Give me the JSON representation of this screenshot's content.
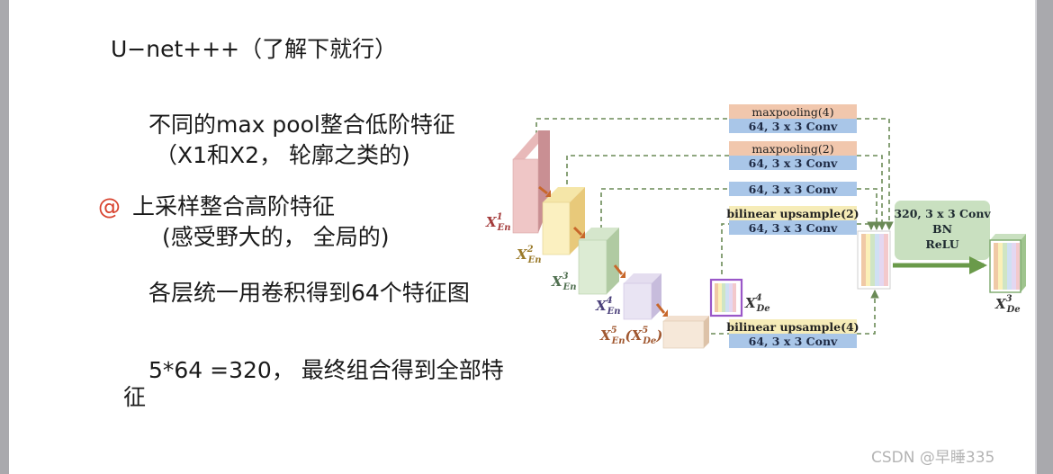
{
  "slide": {
    "title": "U−net+++（了解下就行）",
    "bullet1_line1": "不同的max pool整合低阶特征",
    "bullet1_line2": "（X1和X2， 轮廓之类的)",
    "at_symbol": "@",
    "bullet2_line1": "上采样整合高阶特征",
    "bullet2_line2": "(感受野大的， 全局的)",
    "bullet3": "各层统一用卷积得到64个特征图",
    "bullet4_line1": "5*64 =320， 最终组合得到全部特",
    "bullet4_line2": "征"
  },
  "diagram": {
    "ops": [
      {
        "top": "maxpooling(4)",
        "bottom": "64, 3 x 3 Conv"
      },
      {
        "top": "maxpooling(2)",
        "bottom": "64, 3 x 3 Conv"
      },
      {
        "top": "",
        "bottom": "64, 3 x 3 Conv"
      },
      {
        "top": "bilinear upsample(2)",
        "bottom": "64, 3 x 3 Conv"
      },
      {
        "top": "bilinear upsample(4)",
        "bottom": "64, 3 x 3 Conv"
      }
    ],
    "fusion": {
      "line1": "320, 3 x 3 Conv",
      "line2": "BN",
      "line3": "ReLU"
    },
    "encoders": [
      {
        "base": "X",
        "sup": "1",
        "sub": "En",
        "color": "#a33a3a"
      },
      {
        "base": "X",
        "sup": "2",
        "sub": "En",
        "color": "#9a7a2a"
      },
      {
        "base": "X",
        "sup": "3",
        "sub": "En",
        "color": "#4f6f4f"
      },
      {
        "base": "X",
        "sup": "4",
        "sub": "En",
        "color": "#4a3f7a"
      },
      {
        "base": "X",
        "sup": "5",
        "sub": "En",
        "paren": "(X",
        "paren_sup": "5",
        "paren_sub": "De",
        "paren_close": ")",
        "color": "#a0572f"
      }
    ],
    "decoder4": {
      "base": "X",
      "sup": "4",
      "sub": "De"
    },
    "output": {
      "base": "X",
      "sup": "3",
      "sub": "De"
    },
    "colors": {
      "maxpool": "#f1c7ad",
      "conv": "#a9c6e8",
      "upsample": "#f6ecb8",
      "fusion": "#c9e0c0",
      "connector": "#6a8a56"
    }
  },
  "watermark": "CSDN @早睡335"
}
